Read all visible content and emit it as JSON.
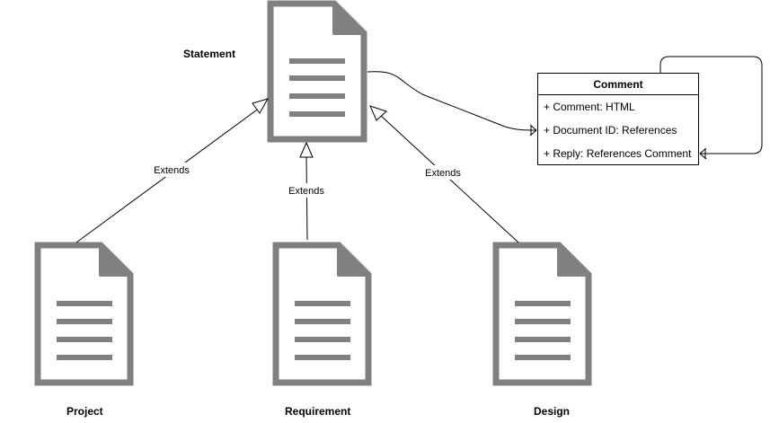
{
  "documents": [
    {
      "id": "statement",
      "label": "Statement"
    },
    {
      "id": "project",
      "label": "Project"
    },
    {
      "id": "requirement",
      "label": "Requirement"
    },
    {
      "id": "design",
      "label": "Design"
    }
  ],
  "relations": {
    "project_extends": "Extends",
    "requirement_extends": "Extends",
    "design_extends": "Extends"
  },
  "comment_class": {
    "title": "Comment",
    "attributes": [
      "+ Comment: HTML",
      "+ Document ID: References",
      "+ Reply: References Comment"
    ]
  },
  "colors": {
    "document_stroke": "#808080",
    "line": "#000000",
    "background": "#ffffff"
  }
}
